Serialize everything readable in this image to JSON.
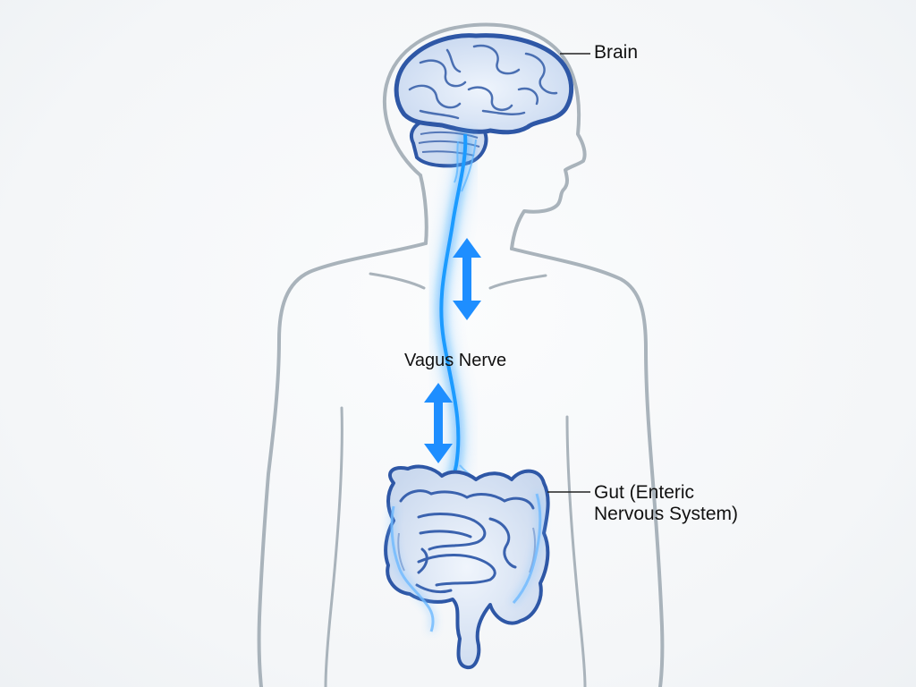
{
  "diagram": {
    "labels": {
      "brain": "Brain",
      "vagus_nerve": "Vagus Nerve",
      "gut_line1": "Gut (Enteric",
      "gut_line2": "Nervous System)"
    },
    "colors": {
      "body_outline": "#a9b3bb",
      "organ_outline": "#2e57a6",
      "organ_fill": "#d6e3f5",
      "nerve_glow": "#1e9bff",
      "arrow": "#1e8eff",
      "leader_line": "#222222"
    },
    "icons": [
      "brain-icon",
      "intestines-icon",
      "bidirectional-arrow-icon"
    ]
  }
}
